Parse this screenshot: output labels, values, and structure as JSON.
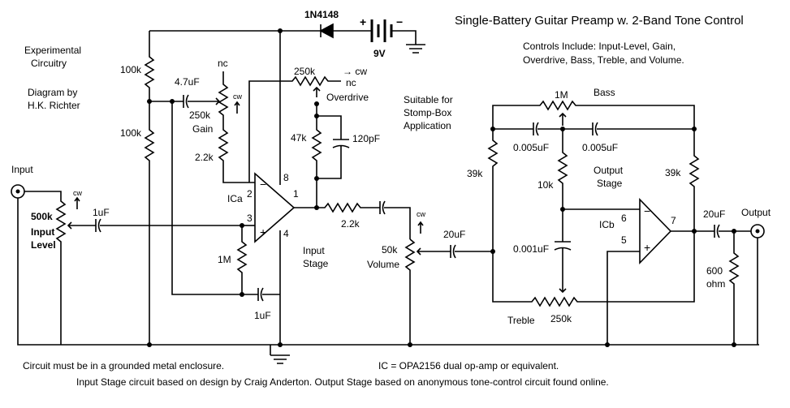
{
  "title": "Single-Battery Guitar Preamp w. 2-Band Tone Control",
  "controls_text": [
    "Controls Include:  Input-Level, Gain,",
    "Overdrive, Bass, Treble, and Volume."
  ],
  "experimental": [
    "Experimental",
    "Circuitry"
  ],
  "credits": [
    "Diagram by",
    "H.K. Richter"
  ],
  "suitable": [
    "Suitable for",
    "Stomp-Box",
    "Application"
  ],
  "battery": {
    "diode": "1N4148",
    "plus": "+",
    "minus": "−",
    "voltage": "9V"
  },
  "input": {
    "jack_label": "Input",
    "pot_value": "500k",
    "pot_name": [
      "Input",
      "Level"
    ],
    "cw": "cw",
    "coupling_cap": "1uF"
  },
  "input_stage": {
    "r_top": "100k",
    "r_bottom": "100k",
    "gain_cap": "4.7uF",
    "gain_pot": "250k",
    "gain_name": "Gain",
    "gain_r": "2.2k",
    "nc1": "nc",
    "nc2": "nc",
    "cw": "cw",
    "overdrive_pot": "250k",
    "overdrive_name": "Overdrive",
    "overdrive_cw": "→ cw",
    "r_fb": "47k",
    "c_fb": "120pF",
    "r_1m": "1M",
    "c_bottom": "1uF",
    "ic_label": "ICa",
    "pin2": "2",
    "pin3": "3",
    "pin1": "1",
    "pin8": "8",
    "pin4": "4",
    "minus": "−",
    "plus": "+",
    "stage_label": [
      "Input",
      "Stage"
    ],
    "r_out": "2.2k"
  },
  "volume": {
    "pot": "50k",
    "name": "Volume",
    "cw": "cw",
    "cap": "20uF"
  },
  "output_stage": {
    "bass_pot": "1M",
    "bass_name": "Bass",
    "c1": "0.005uF",
    "c2": "0.005uF",
    "r_left": "39k",
    "r_right": "39k",
    "r_mid": "10k",
    "label": [
      "Output",
      "Stage"
    ],
    "c_treble": "0.001uF",
    "treble_name": "Treble",
    "treble_pot": "250k",
    "ic_label": "ICb",
    "pin6": "6",
    "pin5": "5",
    "pin7": "7",
    "minus": "−",
    "plus": "+",
    "out_cap": "20uF",
    "r_load": [
      "600",
      "ohm"
    ],
    "jack_label": "Output"
  },
  "footer": {
    "ground_note": "Circuit must be in a grounded metal enclosure.",
    "ic_note": "IC  =  OPA2156 dual op-amp or equivalent.",
    "credit_note": "Input Stage circuit based on design by Craig Anderton.  Output Stage based on anonymous tone-control circuit found online."
  }
}
